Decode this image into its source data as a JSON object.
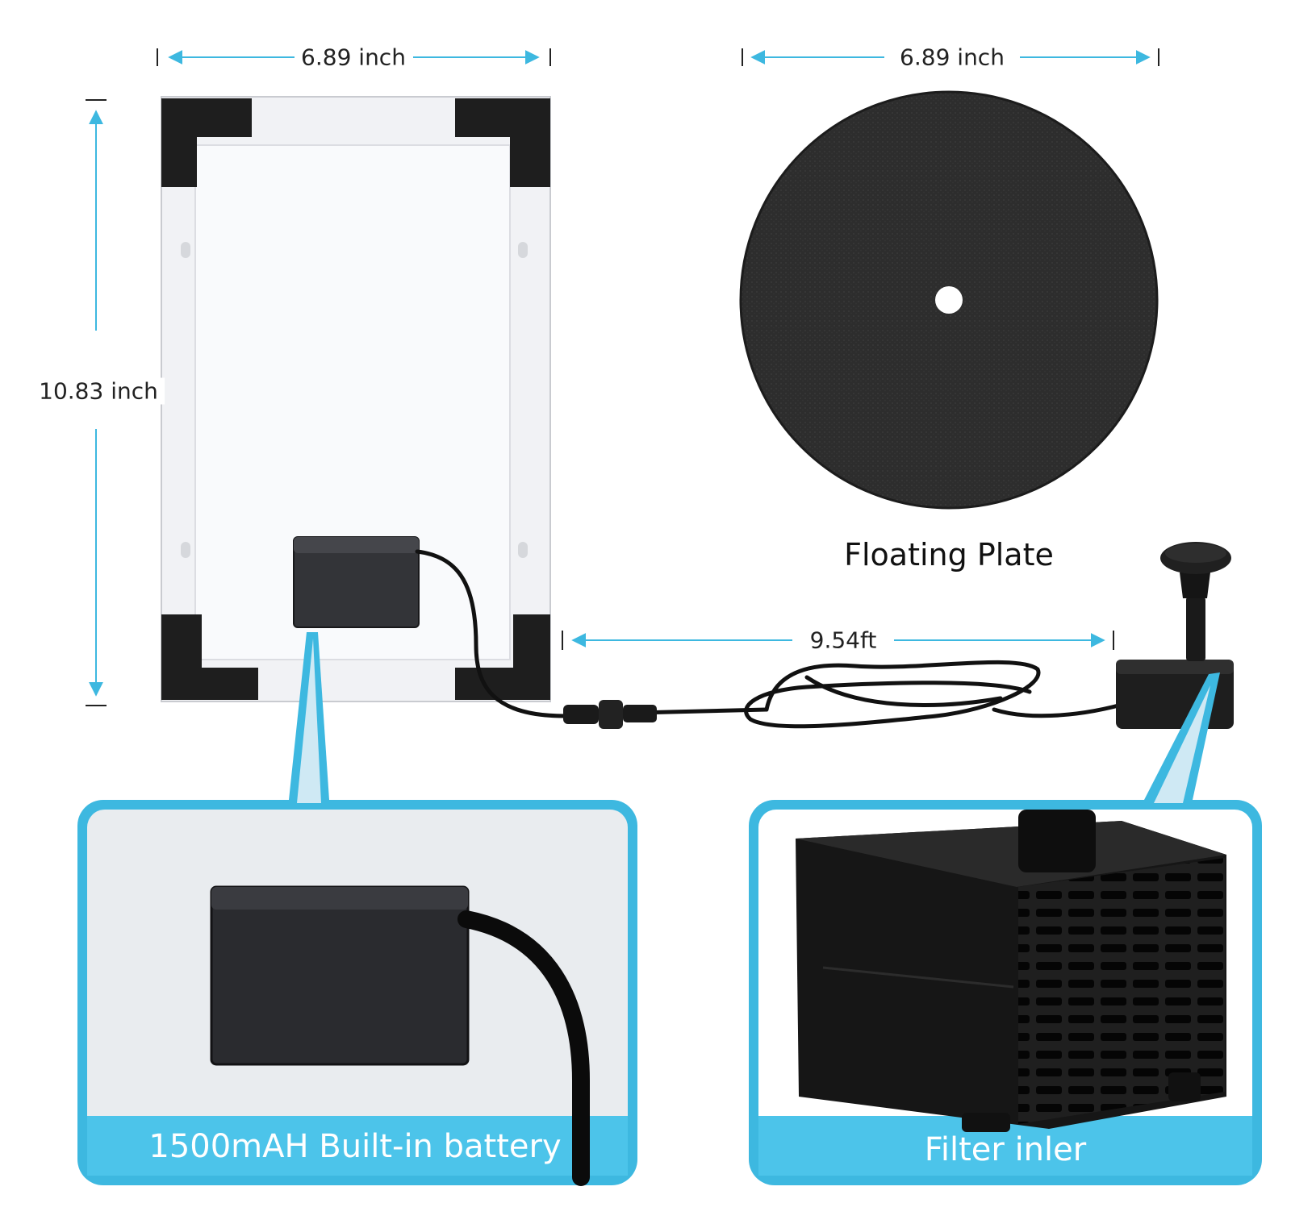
{
  "dimensions": {
    "panel_width": "6.89 inch",
    "panel_height": "10.83 inch",
    "plate_diameter": "6.89 inch",
    "cable_length": "9.54ft"
  },
  "labels": {
    "floating_plate": "Floating Plate",
    "battery": "1500mAH Built-in battery",
    "filter": "Filter inler"
  },
  "colors": {
    "accent": "#3db8e0",
    "callout_fill": "#e9ecef",
    "callout_band": "#4cc4ea",
    "product_black": "#1e1e1e"
  }
}
